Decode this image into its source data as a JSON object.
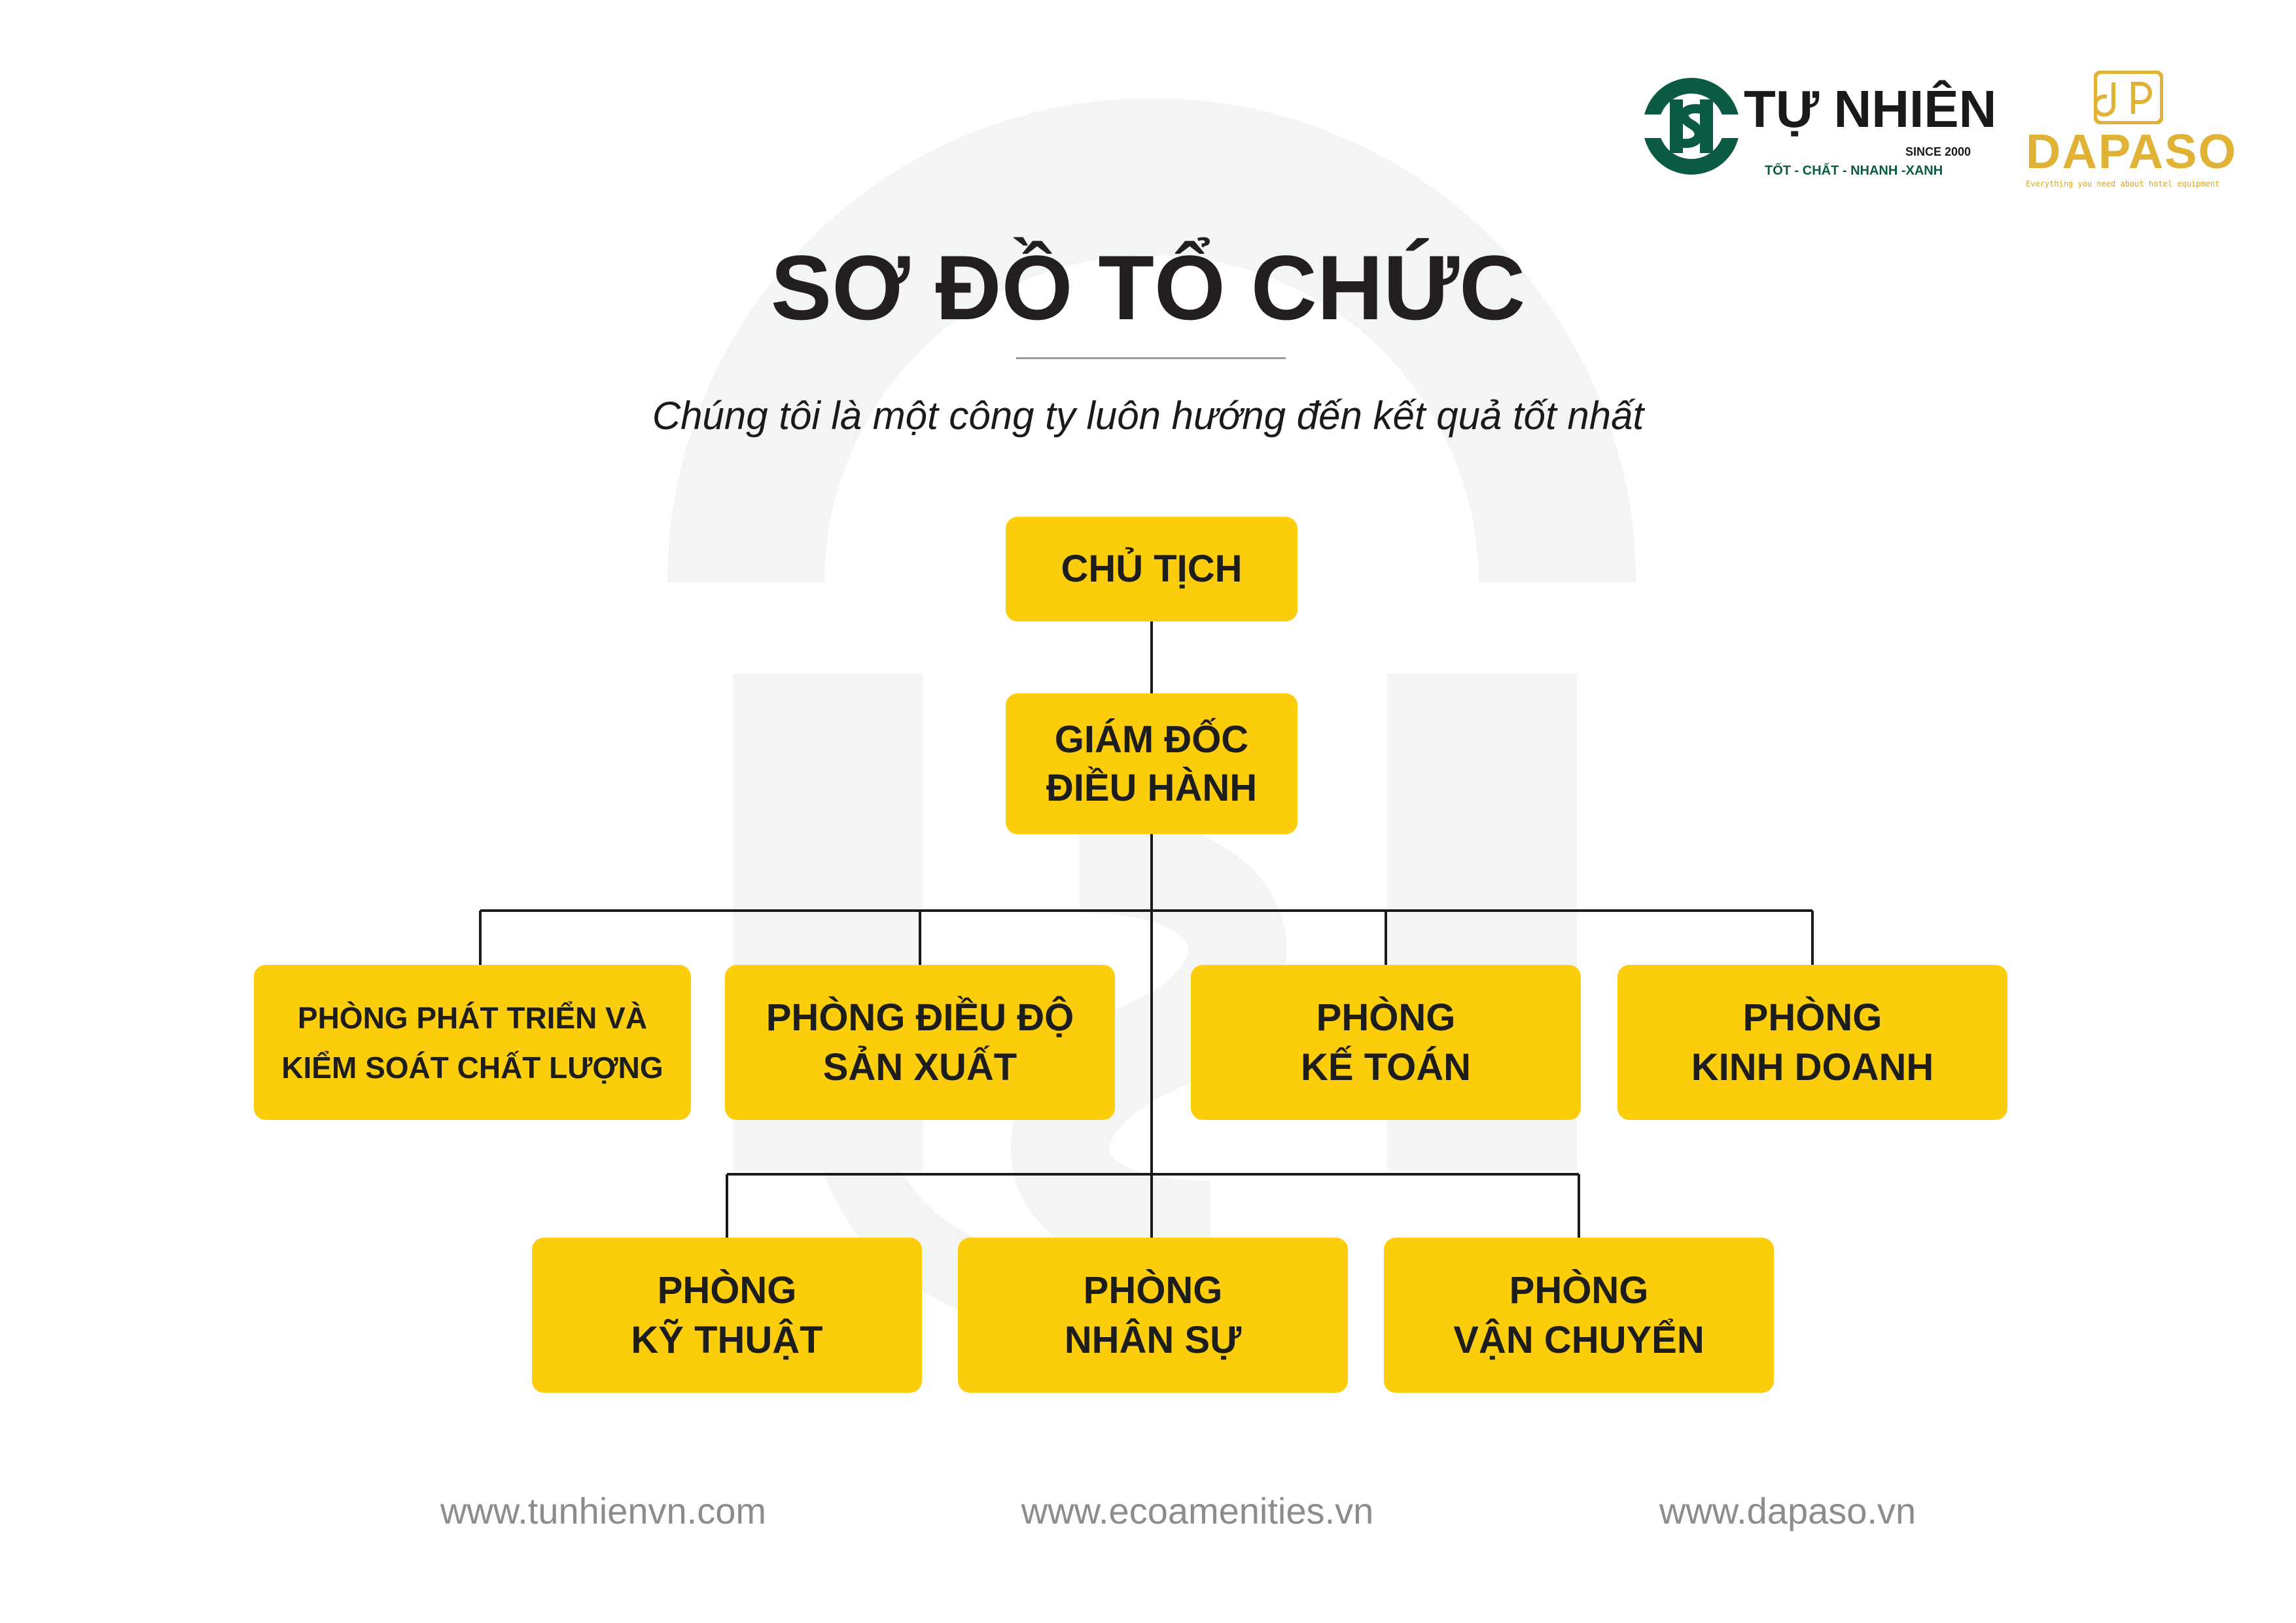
{
  "brand": {
    "tunhien": {
      "name": "TỰ NHIÊN",
      "since": "SINCE 2000",
      "slogan": "TỐT - CHẤT - NHANH -XANH",
      "colors": {
        "primary": "#0b5a43",
        "text": "#1a1a1a"
      }
    },
    "dapaso": {
      "name": "DAPASO",
      "tagline": "Everything you need about hotel equipment",
      "color": "#e0b235"
    }
  },
  "header": {
    "title": "SƠ ĐỒ TỔ CHỨC",
    "subtitle": "Chúng tôi là một công ty luôn hướng đến kết quả tốt nhất"
  },
  "org_chart": {
    "box_color": "#fccd0a",
    "line_color": "#1a1a1a",
    "chairman": {
      "lines": [
        "CHỦ TỊCH"
      ]
    },
    "ceo": {
      "lines": [
        "GIÁM ĐỐC",
        "ĐIỀU HÀNH"
      ]
    },
    "row1": [
      {
        "lines": [
          "PHÒNG PHÁT TRIỂN VÀ",
          "KIỂM SOÁT CHẤT LƯỢNG"
        ]
      },
      {
        "lines": [
          "PHÒNG ĐIỀU ĐỘ",
          "SẢN XUẤT"
        ]
      },
      {
        "lines": [
          "PHÒNG",
          "KẾ TOÁN"
        ]
      },
      {
        "lines": [
          "PHÒNG",
          "KINH DOANH"
        ]
      }
    ],
    "row2": [
      {
        "lines": [
          "PHÒNG",
          "KỸ THUẬT"
        ]
      },
      {
        "lines": [
          "PHÒNG",
          "NHÂN SỰ"
        ]
      },
      {
        "lines": [
          "PHÒNG",
          "VẬN CHUYỂN"
        ]
      }
    ]
  },
  "footer": {
    "links": [
      "www.tunhienvn.com",
      "www.ecoamenities.vn",
      "www.dapaso.vn"
    ]
  }
}
